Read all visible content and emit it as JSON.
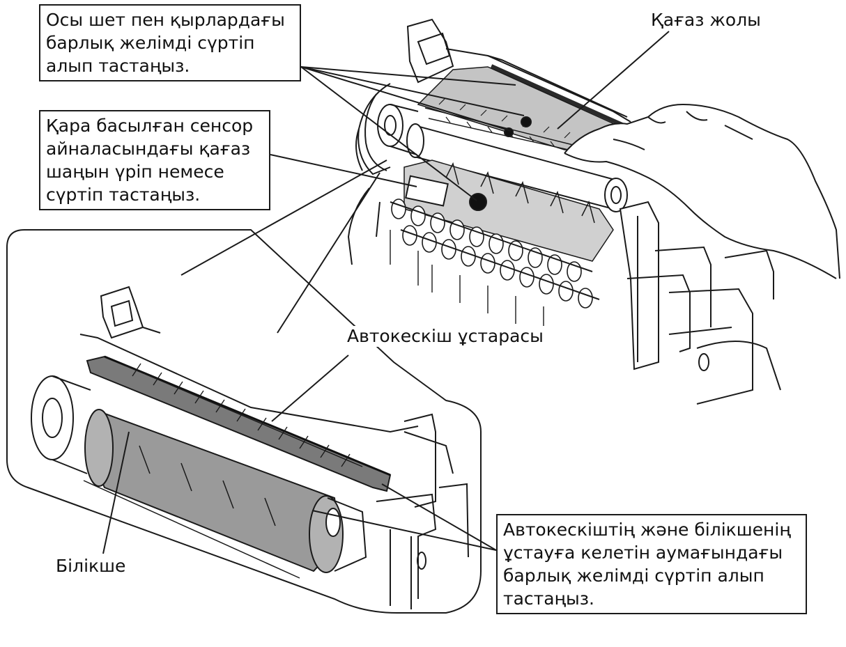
{
  "callouts": {
    "glue_top": {
      "lines": [
        "Осы шет пен қырлардағы",
        "барлық желімді сүртіп",
        "алып тастаңыз."
      ]
    },
    "sensor": {
      "lines": [
        "Қара басылған сенсор",
        "айналасындағы қағаз",
        "шаңын үріп немесе",
        "сүртіп тастаңыз."
      ]
    },
    "holder": {
      "lines": [
        "Автокескіштің және білікшенің",
        "ұстауға келетін аумағындағы",
        "барлық желімді сүртіп алып",
        "тастаңыз."
      ]
    }
  },
  "labels": {
    "paper_path": "Қағаз жолы",
    "cutter_blade": "Автокескіш ұстарасы",
    "roller": "Білікше"
  },
  "colors": {
    "line": "#1a1a1a",
    "shade": "#c4c4c4",
    "roller_dark": "#8f8f8f",
    "background": "#ffffff"
  }
}
